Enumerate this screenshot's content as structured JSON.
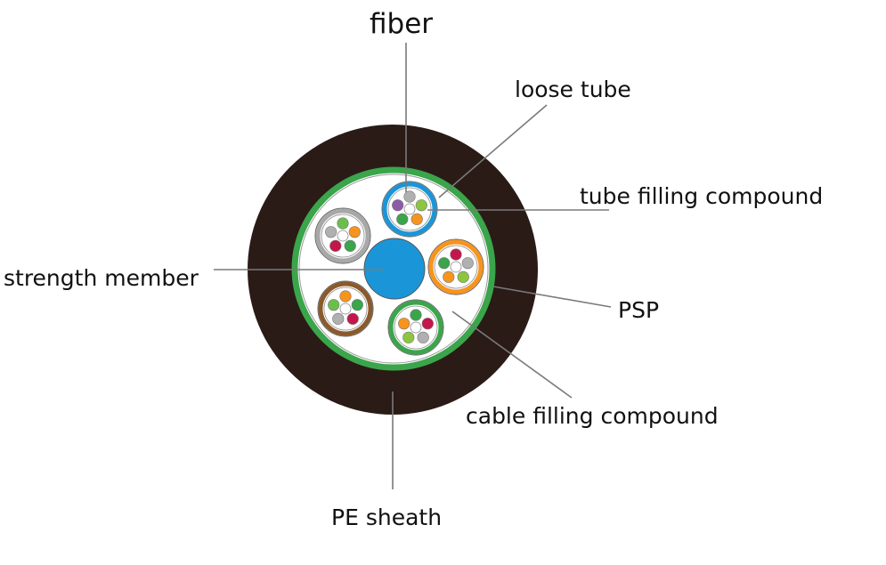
{
  "labels": {
    "fiber": "fiber",
    "loose_tube": "loose tube",
    "tube_filling_compound": "tube filling compound",
    "strength_member": "strength member",
    "psp": "PSP",
    "cable_filling_compound": "cable filling compound",
    "pe_sheath": "PE sheath"
  },
  "colors": {
    "sheath": "#2a1b17",
    "psp": "#3aa54a",
    "strength_member": "#1a96d8",
    "leader": "#7a7a7a"
  },
  "tubes": [
    {
      "name": "blue",
      "color": "#1a96d8",
      "fibers": [
        "#b0b0b0",
        "#8cc63f",
        "#f7941d",
        "#3aa54a",
        "#8e5ba8"
      ]
    },
    {
      "name": "gray",
      "color": "#a8a8a8",
      "fibers": [
        "#6abf4b",
        "#f7941d",
        "#3aa54a",
        "#c4164a",
        "#b0b0b0"
      ]
    },
    {
      "name": "orange",
      "color": "#f7941d",
      "fibers": [
        "#c4164a",
        "#b0b0b0",
        "#8cc63f",
        "#f7941d",
        "#3aa54a"
      ]
    },
    {
      "name": "brown",
      "color": "#8b5a2b",
      "fibers": [
        "#f7941d",
        "#3aa54a",
        "#c4164a",
        "#b0b0b0",
        "#6abf4b"
      ]
    },
    {
      "name": "green",
      "color": "#3aa54a",
      "fibers": [
        "#3aa54a",
        "#c4164a",
        "#b0b0b0",
        "#8cc63f",
        "#f7941d"
      ]
    }
  ]
}
